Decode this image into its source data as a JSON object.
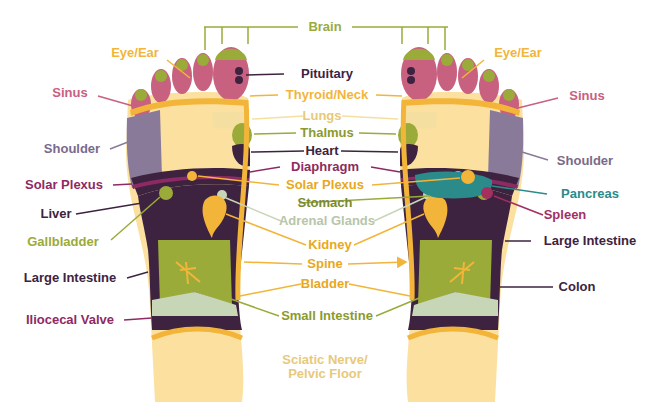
{
  "diagram": {
    "labels": [
      "Brain",
      "Eye/Ear",
      "Eye/Ear",
      "Sinus",
      "Sinus",
      "Pituitary",
      "Thyroid/Neck",
      "Lungs",
      "Shoulder",
      "Thalmus",
      "Shoulder",
      "Heart",
      "Diaphragm",
      "Solar Plexus",
      "Solar Plexus",
      "Stomach",
      "Pancreas",
      "Liver",
      "Spleen",
      "Adrenal Glands",
      "Gallbladder",
      "Kidney",
      "Large Intestine",
      "Large Intestine",
      "Spine",
      "Bladder",
      "Colon",
      "Iliocecal Valve",
      "Small Intestine",
      "Sciatic Nerve/ Pelvic Floor"
    ]
  }
}
